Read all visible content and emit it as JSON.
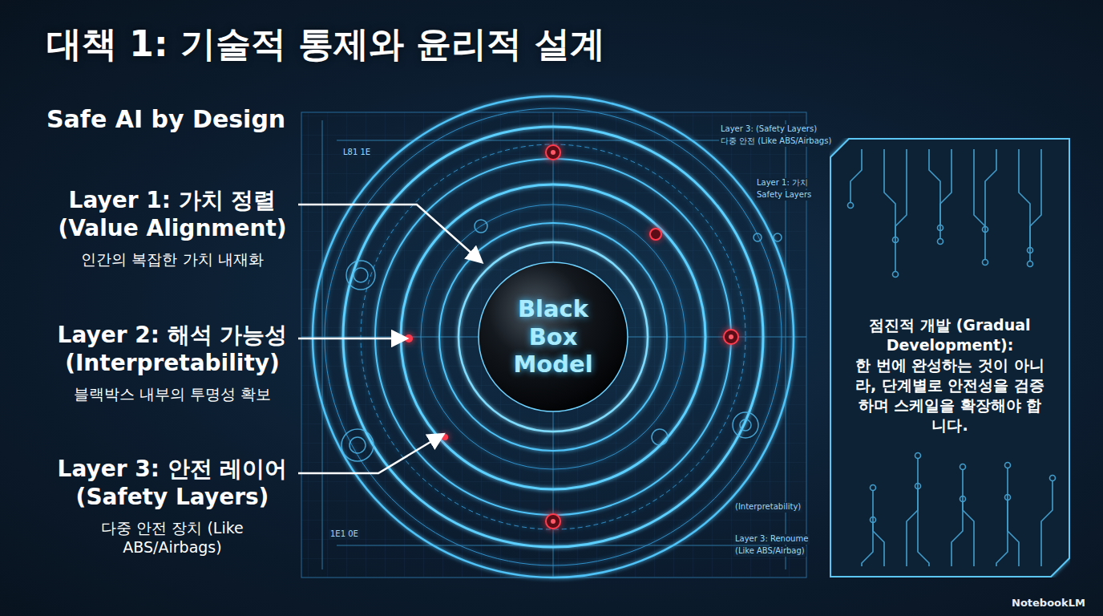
{
  "diagram": {
    "title": "대책 1: 기술적 통제와 윤리적 설계",
    "nodes": [
      {
        "text": [
          "Black Box Model"
        ]
      },
      {
        "text": [
          "점진적 개발 (Gradual Development):",
          "한 번에 완성하는 것이 아니라, 단계별로 안전성을 검증하며 스케일을 확장해야 합니다."
        ]
      }
    ],
    "labels": [
      "Safe AI by Design",
      "Layer 1: 가치 정렬 (Value Alignment)",
      "인간의 복잡한 가치 내재화",
      "Layer 2: 해석 가능성 (Interpretability)",
      "블랙박스 내부의 투명성 확보",
      "Layer 3: 안전 레이어 (Safety Layers)",
      "다중 안전 장치 (Like ABS/Airbags)",
      "Layer 3: (Safety Layers)",
      "다중 안전 (Like ABS/Airbags)",
      "Layer 1: 가치",
      "Safety Layers",
      "(Interpretability)",
      "Layer 3: Renoume",
      "(Like ABS/Airbag)",
      "L81 1E",
      "1E1 0E",
      "NotebookLM"
    ]
  }
}
